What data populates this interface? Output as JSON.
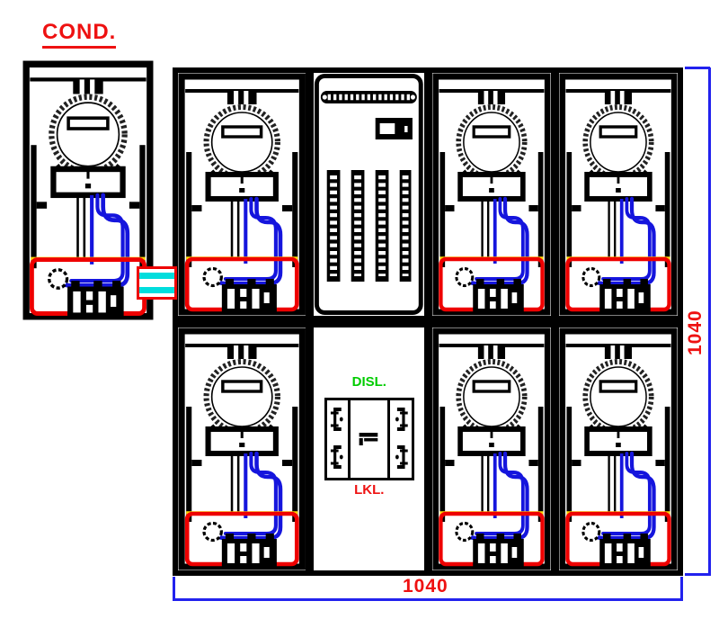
{
  "drawing": {
    "title": "COND.",
    "labels": {
      "center_top": "DISL.",
      "center_bottom": "LKL."
    },
    "dimensions": {
      "width": "1040",
      "height": "1040"
    },
    "meter_count": 7,
    "grid": {
      "rows": 2,
      "columns": 4,
      "center_column_index": 1
    },
    "components": {
      "meter_cabinet": "electric-meter-cabinet",
      "center_top_panel": "terminal-strip-panel",
      "center_bottom_panel": "distribution-link-box",
      "coupling": "conduit-coupling"
    }
  },
  "colors": {
    "annotation_red": "#ee1111",
    "zone_red": "#ee0000",
    "wire_blue": "#1515dd",
    "dimension_blue": "#2222ee",
    "boundary_yellow": "#ffd800",
    "label_green": "#00cc00",
    "connector_cyan": "#00dddd",
    "line_black": "#000000"
  }
}
